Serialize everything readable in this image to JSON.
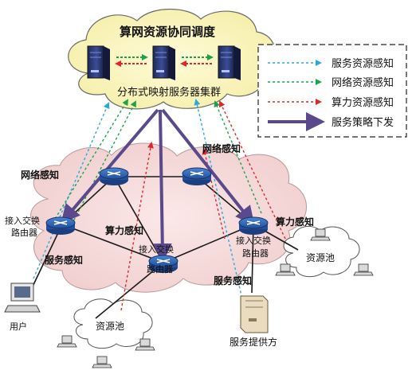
{
  "title": "算网资源协同调度",
  "cluster_label": "分布式映射服务器集群",
  "legend": {
    "items": [
      {
        "label": "服务资源感知",
        "color": "#29a8e0",
        "style": "dotted-arrow"
      },
      {
        "label": "网络资源感知",
        "color": "#1aa34a",
        "style": "dotted-arrow"
      },
      {
        "label": "算力资源感知",
        "color": "#e0262b",
        "style": "dotted-arrow"
      },
      {
        "label": "服务策略下发",
        "color": "#5a4a8c",
        "style": "thick-arrow"
      }
    ]
  },
  "labels": {
    "net_aware_left": "网络感知",
    "net_aware_right": "网络感知",
    "compute_aware_center": "算力感知",
    "compute_aware_right": "算力感知",
    "service_aware_left": "服务感知",
    "service_aware_bottom": "服务感知",
    "router_left": [
      "接入交换",
      "路由器"
    ],
    "router_center": [
      "接入交换",
      "路由器"
    ],
    "router_right": [
      "接入交换",
      "路由器"
    ],
    "user": "用户",
    "pool_bottom": "资源池",
    "pool_right": "资源池",
    "provider": "服务提供方"
  },
  "colors": {
    "cloud_top": "#fbf6c6",
    "cloud_mid": "#f5dada",
    "router": "#2f63b5",
    "policy": "#5a4a8c",
    "service": "#29a8e0",
    "network": "#1aa34a",
    "compute": "#e0262b"
  }
}
